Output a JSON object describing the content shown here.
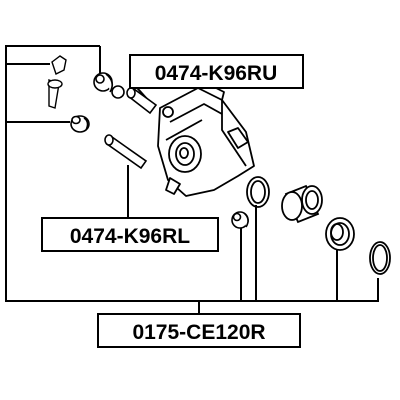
{
  "labels": {
    "upper_pin_kit": "0474-K96RU",
    "lower_pin_kit": "0474-K96RL",
    "repair_kit": "0175-CE120R"
  },
  "colors": {
    "line": "#000000",
    "background": "#ffffff"
  }
}
